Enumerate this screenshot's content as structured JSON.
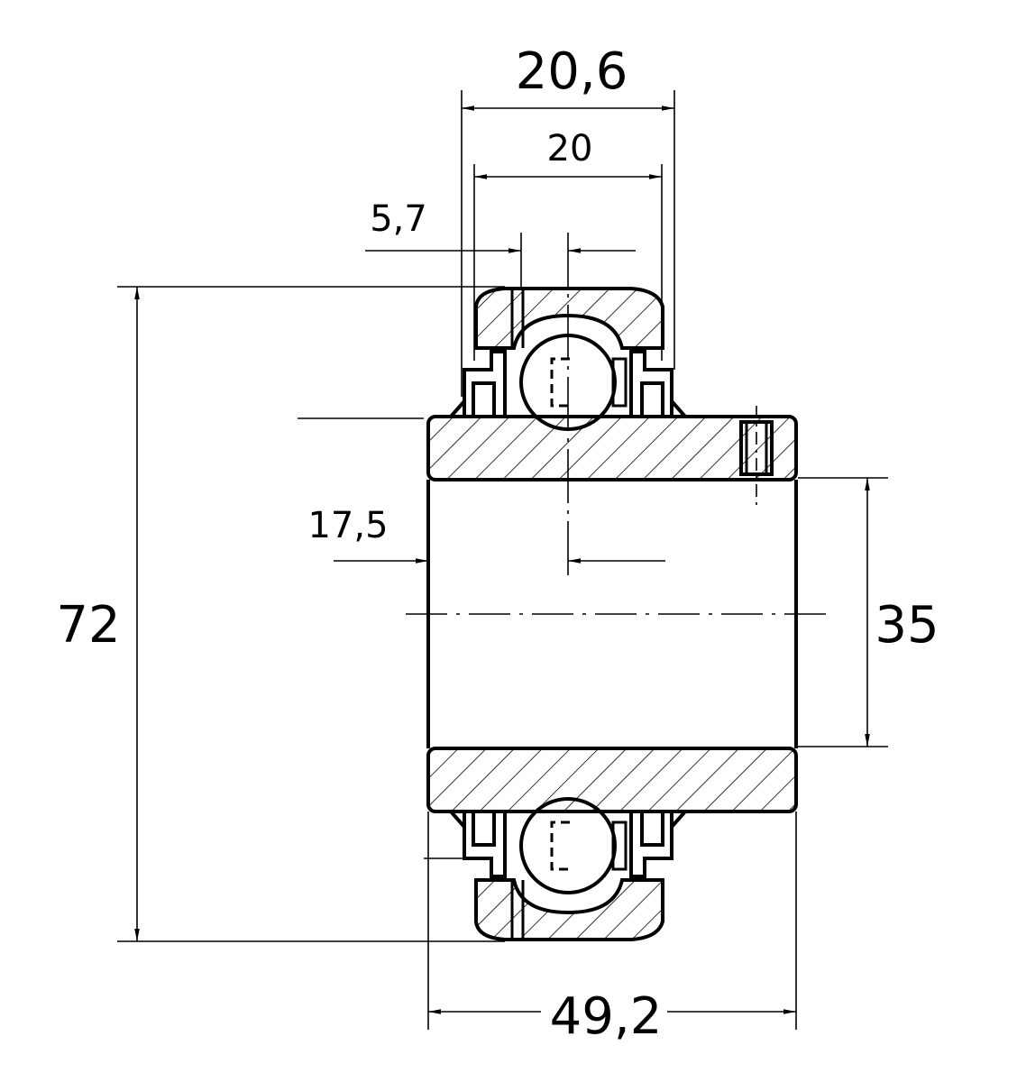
{
  "drawing": {
    "type": "bearing-insert-cross-section",
    "ink_color": "#000000",
    "background_color": "#ffffff"
  },
  "dimensions": {
    "outer_diameter": "72",
    "bore_diameter": "35",
    "inner_ring_width": "49,2",
    "outer_ring_width_total": "20,6",
    "outer_ring_width": "20",
    "setscrew_offset": "5,7",
    "ball_center_offset": "17,5"
  }
}
